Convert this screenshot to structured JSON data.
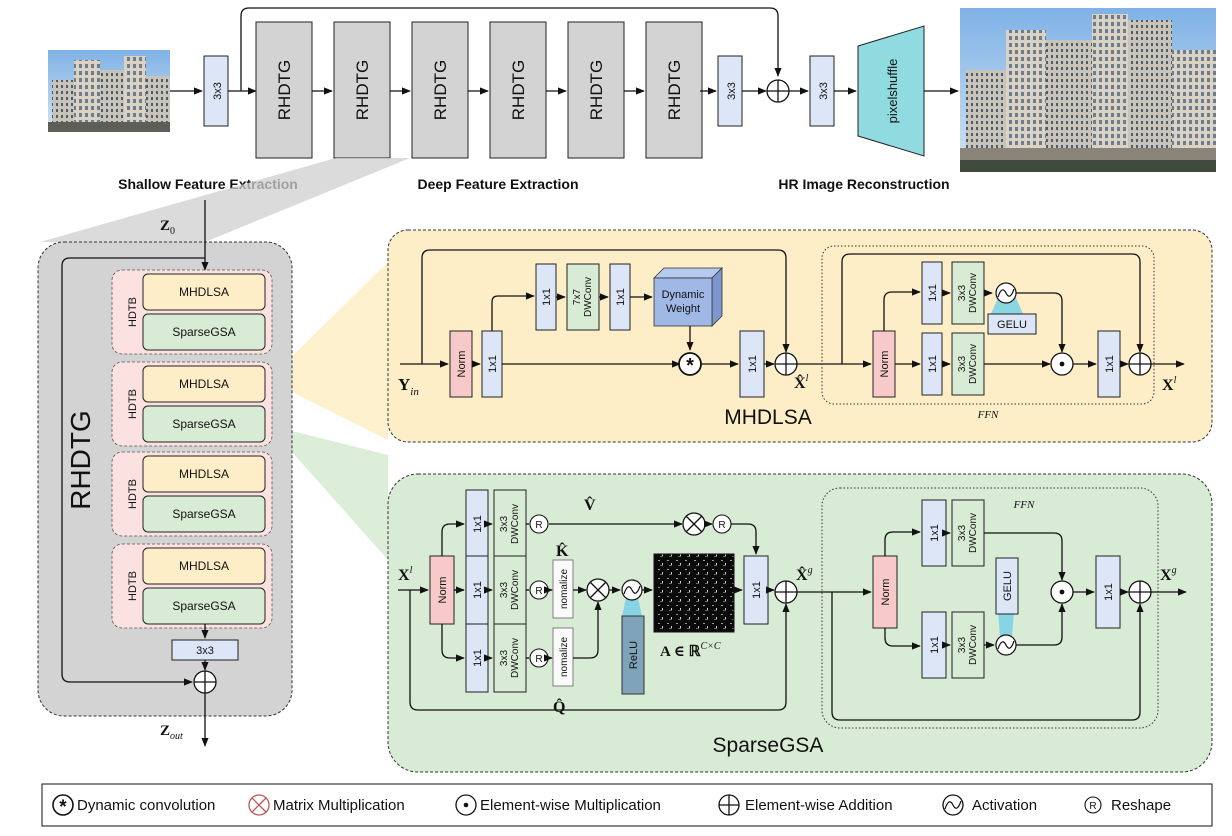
{
  "colors": {
    "block_blue": "#dce6f6",
    "rhdtg_gray": "#d3d3d3",
    "mhdlsa_yellow": "#fdeec7",
    "sparsegsa_green": "#d8ebd4",
    "norm_pink": "#f7c9c9",
    "pixelshuffle_cyan": "#8fdbe0",
    "activation_cyan": "#7ed3e6"
  },
  "top": {
    "conv_label": "3x3",
    "rhdtg_blocks": [
      "RHDTG",
      "RHDTG",
      "RHDTG",
      "RHDTG",
      "RHDTG",
      "RHDTG"
    ],
    "pixelshuffle": "pixelshuffle",
    "sections": {
      "shallow": "Shallow Feature Extraction",
      "deep": "Deep Feature Extraction",
      "reconstruction": "HR Image Reconstruction"
    }
  },
  "rhdtg": {
    "title": "RHDTG",
    "z0_sym": "Z",
    "z0_sub": "0",
    "zout_sym": "Z",
    "zout_sub": "out",
    "conv_label": "3x3",
    "cells": [
      {
        "label": "HDTB",
        "a": "MHDLSA",
        "b": "SparseGSA"
      },
      {
        "label": "HDTB",
        "a": "MHDLSA",
        "b": "SparseGSA"
      },
      {
        "label": "HDTB",
        "a": "MHDLSA",
        "b": "SparseGSA"
      },
      {
        "label": "HDTB",
        "a": "MHDLSA",
        "b": "SparseGSA"
      }
    ]
  },
  "mhdlsa": {
    "title": "MHDLSA",
    "input_sym": "Y",
    "input_sub": "in",
    "norm": "Norm",
    "conv1": "1x1",
    "dwconv7_l1": "7x7",
    "dwconv7_l2": "DWConv",
    "dynamic_l1": "Dynamic",
    "dynamic_l2": "Weight",
    "xhat_sym": "X̂",
    "xhat_sup": "l",
    "out_sym": "X",
    "out_sup": "l",
    "ffn": {
      "title": "FFN",
      "conv1": "1x1",
      "dw_l1": "3x3",
      "dw_l2": "DWConv",
      "gelu": "GELU",
      "norm": "Norm"
    }
  },
  "sparsegsa": {
    "title": "SparseGSA",
    "input_sym": "X",
    "input_sup": "l",
    "norm": "Norm",
    "conv1": "1x1",
    "dw_l1": "3x3",
    "dw_l2": "DWConv",
    "r": "R",
    "v_sym": "V̂",
    "k_sym": "K̂",
    "q_sym": "Q̂",
    "nomalize": "nomalize",
    "relu": "ReLU",
    "attn_A": "A ∈ ℝ",
    "attn_sup": "C×C",
    "xhat_sym": "X̂",
    "xhat_sup": "g",
    "out_sym": "X",
    "out_sup": "g",
    "ffn": {
      "title": "FFN",
      "norm": "Norm",
      "conv1": "1x1",
      "dw_l1": "3x3",
      "dw_l2": "DWConv",
      "gelu": "GELU"
    }
  },
  "legend": [
    {
      "icon": "dynamic-convolution-icon",
      "label": "Dynamic convolution"
    },
    {
      "icon": "matrix-multiplication-icon",
      "label": "Matrix Multiplication"
    },
    {
      "icon": "element-wise-multiplication-icon",
      "label": "Element-wise Multiplication"
    },
    {
      "icon": "element-wise-addition-icon",
      "label": "Element-wise Addition"
    },
    {
      "icon": "activation-icon",
      "label": "Activation"
    },
    {
      "icon": "reshape-icon",
      "label": "Reshape",
      "glyph": "R"
    }
  ]
}
